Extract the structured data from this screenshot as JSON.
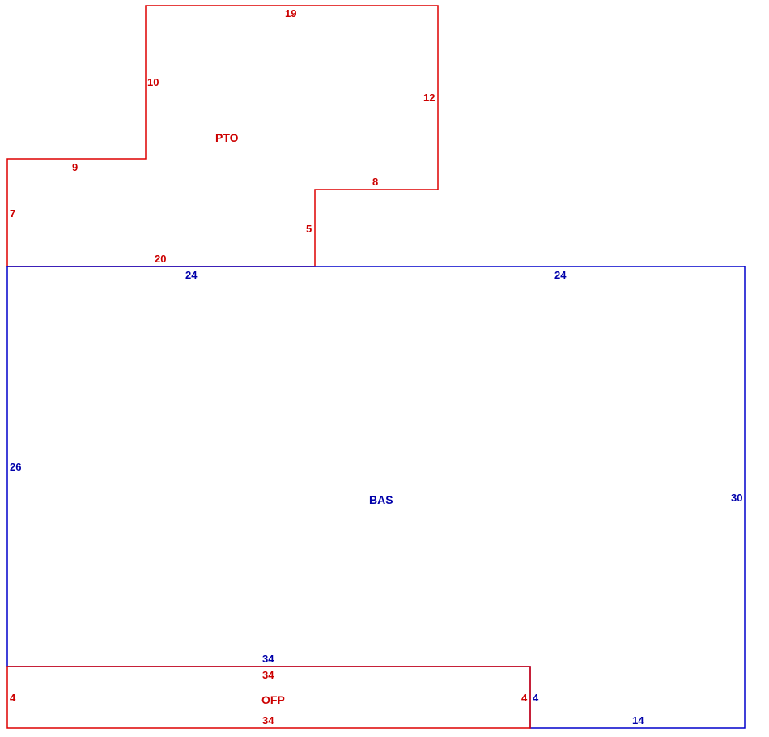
{
  "colors": {
    "pto": "#dd0000",
    "ofp": "#dd0000",
    "bas": "#0000cc"
  },
  "areas": {
    "pto": {
      "name": "PTO",
      "dims": {
        "top": "19",
        "right_upper": "12",
        "step_top": "8",
        "step_side": "5",
        "bottom": "20",
        "left": "7",
        "ledge": "9",
        "left_upper": "10"
      }
    },
    "bas": {
      "name": "BAS",
      "dims": {
        "top_left": "24",
        "top_right": "24",
        "left": "26",
        "right": "30",
        "bottom_right": "14",
        "notch_side": "4",
        "bottom_left": "34"
      }
    },
    "ofp": {
      "name": "OFP",
      "dims": {
        "top": "34",
        "bottom": "34",
        "left": "4",
        "right": "4"
      }
    }
  }
}
